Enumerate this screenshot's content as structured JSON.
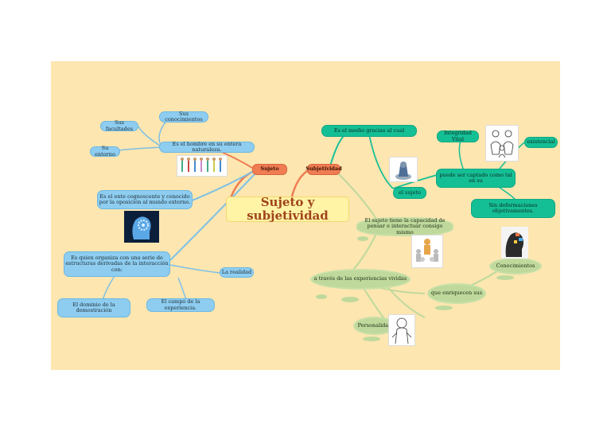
{
  "title": "Sujeto y subjetividad",
  "branches": {
    "sujeto": "Sujeto",
    "subjetividad": "Subjetividad"
  },
  "left": {
    "hombre": "Es el hombre en su entera naturaleza.",
    "facultades": "Sus facultades",
    "conocimientos": "Sus conocimientos",
    "entorno": "Su entorno",
    "ente": "Es el ente cognoscente y conocido por la oposición al mundo externo.",
    "organiza": "Es quien organiza con una serie de estructuras derivadas de la interacción con:",
    "realidad": "La realidad",
    "dominio": "El dominio de la demostración",
    "experiencia": "El campo de la experiencia."
  },
  "right": {
    "medio": "Es el medio gracias al cual",
    "elsujeto": "el sujeto",
    "integridad": "Integridad Vital",
    "existencial": "existencial",
    "captado": "puede ser captado como tal en su",
    "deformaciones": "Sin deformaciones objetivamentes.",
    "capacidad": "El sujeto tiene la capacidad de pensar e interactuar consigo mismo",
    "experiencias": "a través de las experiencias vividas",
    "enriquecen": "que enriquecen sus",
    "conocimientos": "Conocimientos",
    "personalidad": "Personalidad"
  },
  "colors": {
    "background": "#fde6b0",
    "blue_node": "#8ecdf0",
    "teal_node": "#15bf95",
    "cloud_node": "#bfd99c",
    "orange_node": "#ef7c52",
    "title_text": "#a0441c"
  },
  "icons": [
    "people-icon",
    "gear-head-icon",
    "knight-icon",
    "family-sketch-icon",
    "profile-head-icon",
    "puzzle-people-icon",
    "character-sketch-icon"
  ]
}
